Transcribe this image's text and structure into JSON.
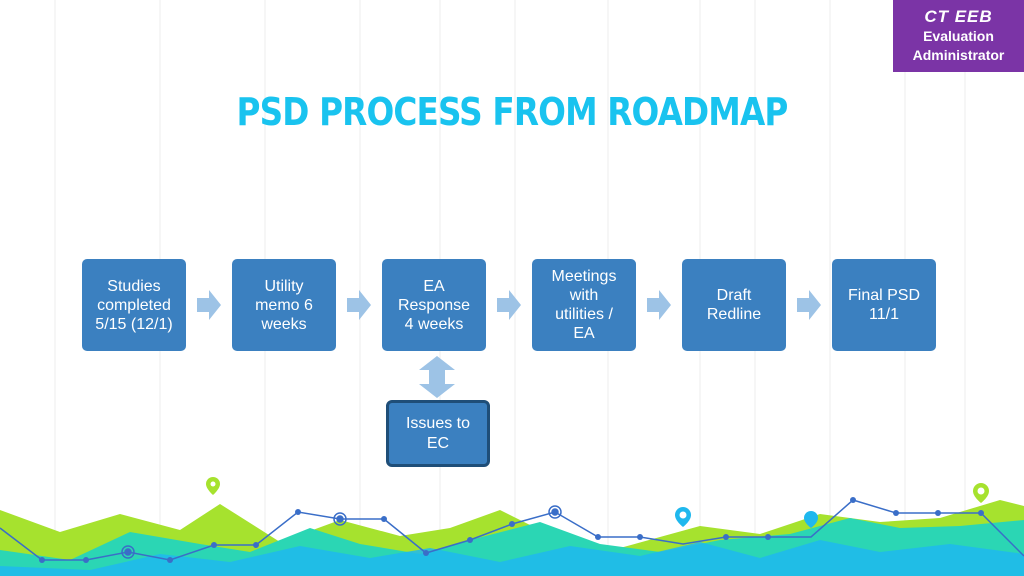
{
  "badge": {
    "line1": "CT EEB",
    "line2": "Evaluation",
    "line3": "Administrator"
  },
  "title": "PSD PROCESS FROM ROADMAP",
  "steps": [
    {
      "lines": [
        "Studies",
        "completed",
        "5/15 (12/1)"
      ]
    },
    {
      "lines": [
        "Utility",
        "memo 6",
        "weeks"
      ]
    },
    {
      "lines": [
        "EA",
        "Response",
        "4 weeks"
      ]
    },
    {
      "lines": [
        "Meetings",
        "with",
        "utilities /",
        "EA"
      ]
    },
    {
      "lines": [
        "Draft",
        "Redline"
      ]
    },
    {
      "lines": [
        "Final PSD",
        "11/1"
      ]
    }
  ],
  "issues": {
    "lines": [
      "Issues to",
      "EC"
    ]
  },
  "colors": {
    "box": "#3b80c0",
    "box_border": "#1f4e78",
    "title": "#19c3ef",
    "badge": "#7b34a6",
    "arrow": "#9dc3e6",
    "green": "#a6e22e",
    "teal": "#2bd6b4",
    "cyan": "#1fb8ee",
    "line": "#3a6ec8"
  },
  "icons": [
    "right-arrow-icon",
    "double-arrow-icon",
    "map-pin-icon"
  ]
}
